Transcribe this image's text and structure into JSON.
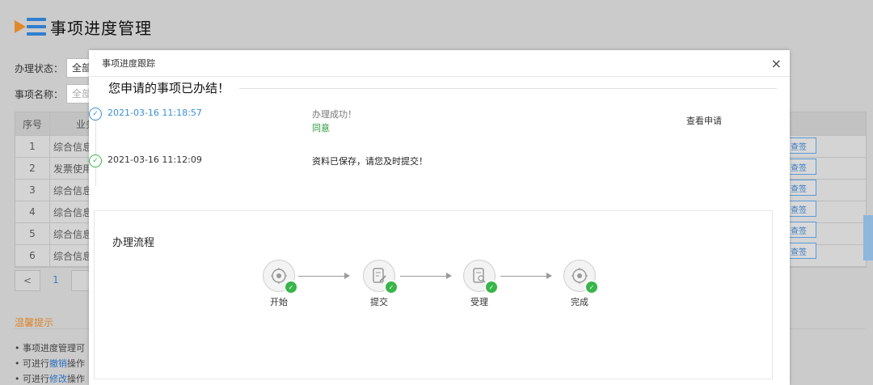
{
  "page": {
    "title": "事项进度管理"
  },
  "filters": [
    {
      "label": "办理状态：",
      "value": "全部"
    },
    {
      "label": "事项名称：",
      "value": "全部"
    }
  ],
  "table": {
    "headers": [
      "序号",
      "业务"
    ],
    "rows": [
      {
        "no": "1",
        "name": "综合信息"
      },
      {
        "no": "2",
        "name": "发票使用"
      },
      {
        "no": "3",
        "name": "综合信息"
      },
      {
        "no": "4",
        "name": "综合信息"
      },
      {
        "no": "5",
        "name": "综合信息"
      },
      {
        "no": "6",
        "name": "综合信息"
      }
    ],
    "row_action": "查签"
  },
  "pager": {
    "prev": "<",
    "current": "1"
  },
  "tips": {
    "title": "温馨提示",
    "items": [
      {
        "pre": "• 事项进度管理可",
        "link": "",
        "post": ""
      },
      {
        "pre": "• 可进行",
        "link": "撤销",
        "post": "操作"
      },
      {
        "pre": "• 可进行",
        "link": "修改",
        "post": "操作"
      }
    ]
  },
  "modal": {
    "title": "事项进度跟踪",
    "close_label": "×",
    "status_heading": "您申请的事项已办结！",
    "timeline": [
      {
        "time": "2021-03-16 11:18:57",
        "message": "办理成功！",
        "sub": "同意",
        "action": "查看申请",
        "icon_color": "#3b8fd6",
        "time_color": "#3b8fd6",
        "msg_color": "#777777"
      },
      {
        "time": "2021-03-16 11:12:09",
        "message": "资料已保存，请您及时提交！",
        "sub": "",
        "action": "",
        "icon_color": "#39b54a",
        "time_color": "#333333",
        "msg_color": "#222222"
      }
    ],
    "flow": {
      "title": "办理流程",
      "steps": [
        {
          "label": "开始",
          "icon": "target-icon"
        },
        {
          "label": "提交",
          "icon": "edit-document-icon"
        },
        {
          "label": "受理",
          "icon": "search-document-icon"
        },
        {
          "label": "完成",
          "icon": "target-icon"
        }
      ]
    }
  },
  "colors": {
    "accent": "#3b8fd6",
    "success": "#39b54a",
    "warning": "#d9852c"
  }
}
